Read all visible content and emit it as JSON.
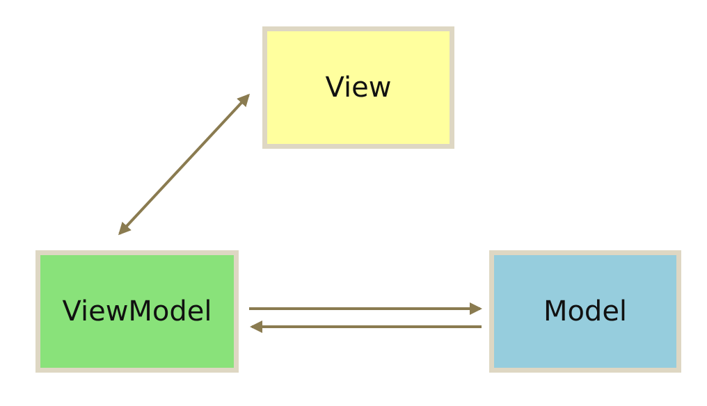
{
  "nodes": {
    "view": {
      "label": "View",
      "color": "#ffff9e"
    },
    "viewmodel": {
      "label": "ViewModel",
      "color": "#89e27a"
    },
    "model": {
      "label": "Model",
      "color": "#96cddd"
    }
  },
  "connectors": {
    "color": "#8a7b50",
    "edges": [
      {
        "from": "viewmodel",
        "to": "view",
        "direction": "both"
      },
      {
        "from": "viewmodel",
        "to": "model",
        "direction": "forward"
      },
      {
        "from": "model",
        "to": "viewmodel",
        "direction": "forward"
      }
    ]
  }
}
